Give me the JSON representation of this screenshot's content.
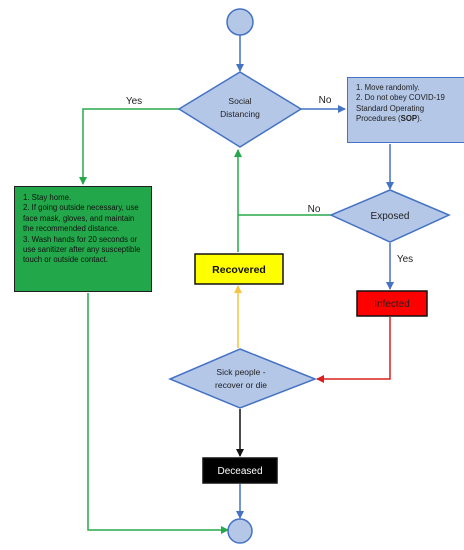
{
  "colors": {
    "node_fill": "#b4c7e7",
    "node_stroke": "#4472c4",
    "blue_arrow": "#4472c4",
    "green_arrow": "#27a84a",
    "red_arrow": "#d9201c",
    "orange_arrow": "#f6c342",
    "black_arrow": "#111111",
    "stay_home_fill": "#22a84a",
    "recovered_fill": "#ffff00",
    "infected_fill": "#ff0000",
    "deceased_fill": "#000000"
  },
  "nodes": {
    "start": "",
    "end": "",
    "social_distancing": [
      "Social",
      "Distancing"
    ],
    "no_distancing_actions": {
      "items": [
        "1. Move randomly.",
        "2. Do not obey COVID-19",
        "Standard Operating"
      ],
      "last_prefix": "Procedures (",
      "last_bold": "SOP",
      "last_suffix": ")."
    },
    "distancing_actions": [
      "1. Stay home.",
      "2. If going outside necessary, use",
      "face mask, gloves, and maintain",
      "the recommended distance.",
      "3. Wash hands for 20 seconds or",
      "use sanitizer after any susceptible",
      "touch or outside contact."
    ],
    "exposed": "Exposed",
    "infected": "Infected",
    "recovered": "Recovered",
    "sick": [
      "Sick people -",
      "recover or die"
    ],
    "deceased": "Deceased"
  },
  "edge_labels": {
    "distancing_yes": "Yes",
    "distancing_no": "No",
    "exposed_no": "No",
    "exposed_yes": "Yes"
  }
}
